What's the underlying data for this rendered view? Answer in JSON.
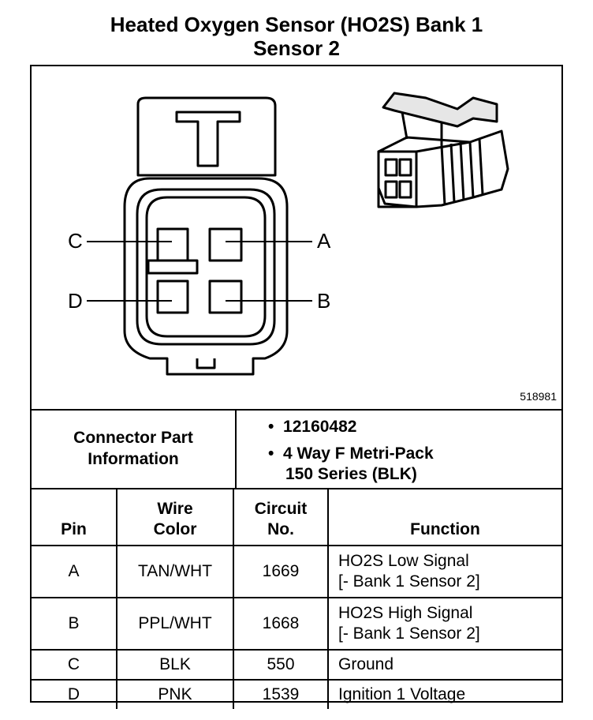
{
  "title": {
    "line1": "Heated Oxygen Sensor (HO2S) Bank 1",
    "line2": "Sensor 2"
  },
  "figure": {
    "id": "518981",
    "pins": {
      "a": "A",
      "b": "B",
      "c": "C",
      "d": "D"
    }
  },
  "connector": {
    "label_line1": "Connector Part",
    "label_line2": "Information",
    "part_number": "12160482",
    "desc_line1": "4 Way F Metri-Pack",
    "desc_line2": "150 Series (BLK)",
    "bullet": "•"
  },
  "table": {
    "headers": {
      "pin": "Pin",
      "wire_l1": "Wire",
      "wire_l2": "Color",
      "circuit_l1": "Circuit",
      "circuit_l2": "No.",
      "function": "Function"
    },
    "rows": [
      {
        "pin": "A",
        "wire": "TAN/WHT",
        "circuit": "1669",
        "func_l1": "HO2S Low Signal",
        "func_l2": "[- Bank 1 Sensor 2]"
      },
      {
        "pin": "B",
        "wire": "PPL/WHT",
        "circuit": "1668",
        "func_l1": "HO2S High Signal",
        "func_l2": "[- Bank 1 Sensor 2]"
      },
      {
        "pin": "C",
        "wire": "BLK",
        "circuit": "550",
        "func_l1": "Ground"
      },
      {
        "pin": "D",
        "wire": "PNK",
        "circuit": "1539",
        "func_l1": "Ignition 1 Voltage"
      }
    ]
  }
}
